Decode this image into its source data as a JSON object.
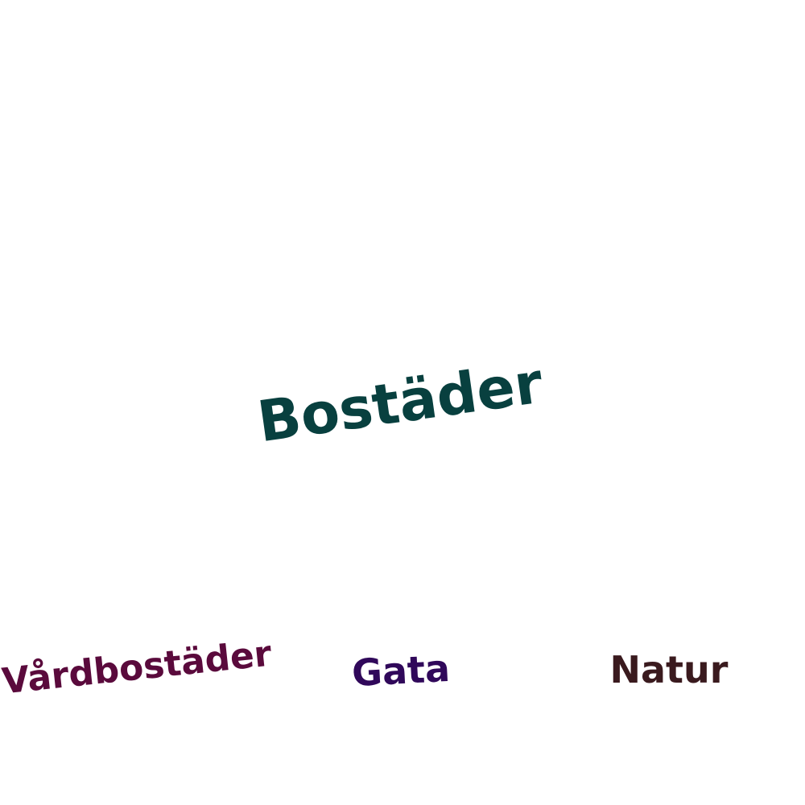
{
  "words": [
    {
      "text": "Bostäder",
      "color": "#08403f"
    },
    {
      "text": "Vårdbostäder",
      "color": "#5a0a3c"
    },
    {
      "text": "Gata",
      "color": "#30085a"
    },
    {
      "text": "Natur",
      "color": "#3a1a1e"
    }
  ]
}
